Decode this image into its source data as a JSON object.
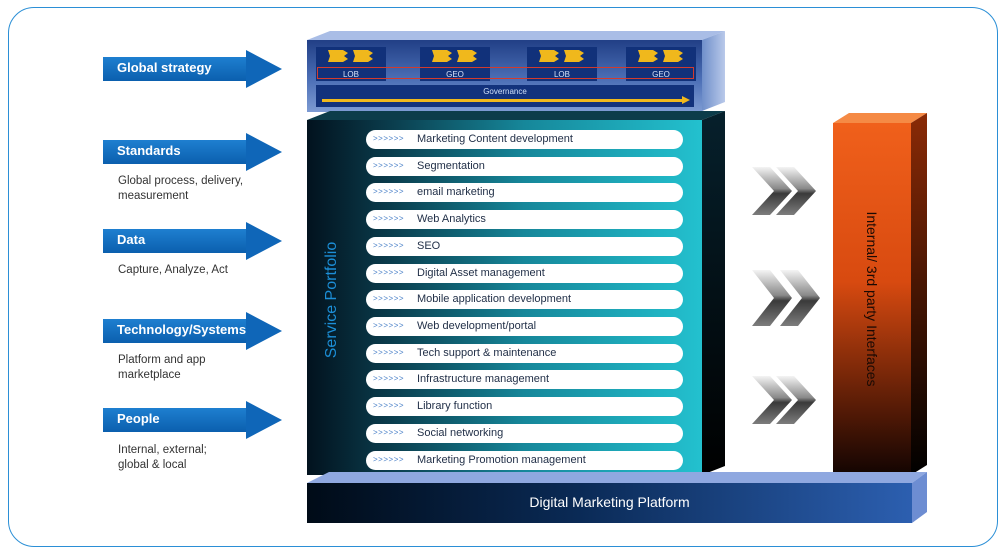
{
  "pillars": [
    {
      "title": "Global strategy",
      "desc": ""
    },
    {
      "title": "Standards",
      "desc": "Global process, delivery,\nmeasurement"
    },
    {
      "title": "Data",
      "desc": "Capture, Analyze, Act"
    },
    {
      "title": "Technology/Systems",
      "desc": "Platform and app\nmarketplace"
    },
    {
      "title": "People",
      "desc": "Internal, external;\nglobal & local"
    }
  ],
  "governance": {
    "blocks": [
      "LOB",
      "GEO",
      "LOB",
      "GEO"
    ],
    "label": "Governance",
    "accent": "#f0b81c"
  },
  "portfolio": {
    "title": "Service Portfolio",
    "chevron": ">>>>>>",
    "items": [
      "Marketing Content development",
      "Segmentation",
      "email marketing",
      "Web Analytics",
      "SEO",
      "Digital Asset management",
      "Mobile application development",
      "Web development/portal",
      "Tech support & maintenance",
      "Infrastructure management",
      "Library function",
      "Social networking",
      "Marketing Promotion management"
    ]
  },
  "interfaces": {
    "label": "Internal/ 3rd party Interfaces",
    "color": "#f0601b"
  },
  "platform": {
    "label": "Digital Marketing Platform"
  }
}
